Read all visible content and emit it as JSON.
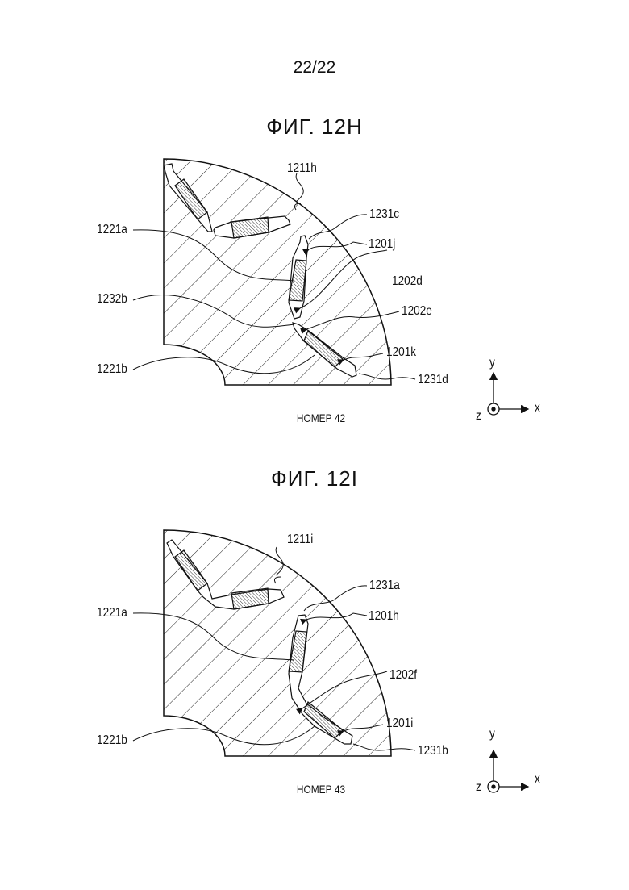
{
  "page_number": "22/22",
  "figures": [
    {
      "title": "ФИГ. 12H",
      "caption": "НОМЕР 42",
      "labels": [
        "1211h",
        "1231c",
        "1221a",
        "1201j",
        "1202d",
        "1232b",
        "1202e",
        "1201k",
        "1221b",
        "1231d"
      ],
      "axes": {
        "y": "y",
        "x": "x",
        "z": "z"
      }
    },
    {
      "title": "ФИГ. 12I",
      "caption": "НОМЕР 43",
      "labels": [
        "1211i",
        "1231a",
        "1221a",
        "1201h",
        "1202f",
        "1221b",
        "1201i",
        "1231b"
      ],
      "axes": {
        "y": "y",
        "x": "x",
        "z": "z"
      }
    }
  ]
}
